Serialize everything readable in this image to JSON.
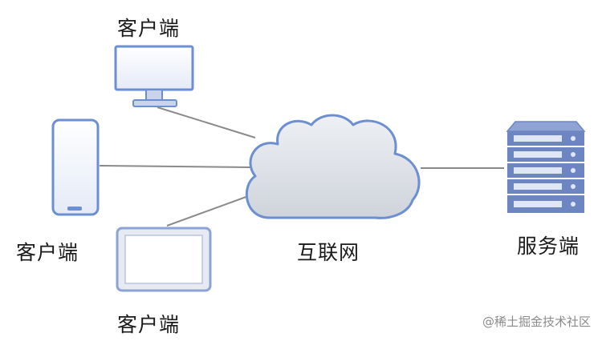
{
  "labels": {
    "desktop_client": "客户端",
    "phone_client": "客户端",
    "tablet_client": "客户端",
    "internet": "互联网",
    "server": "服务端"
  },
  "watermark": "@稀土掘金技术社区",
  "colors": {
    "device_outline": "#6b8fd0",
    "device_fill": "#eef2fb",
    "cloud_outline": "#6b8fd0",
    "cloud_fill": "#dfe2e8",
    "server_fill": "#6d86c2",
    "line": "#8a8a8a"
  },
  "icons": {
    "desktop": "monitor-icon",
    "phone": "smartphone-icon",
    "tablet": "tablet-icon",
    "cloud": "cloud-icon",
    "server": "server-rack-icon"
  }
}
